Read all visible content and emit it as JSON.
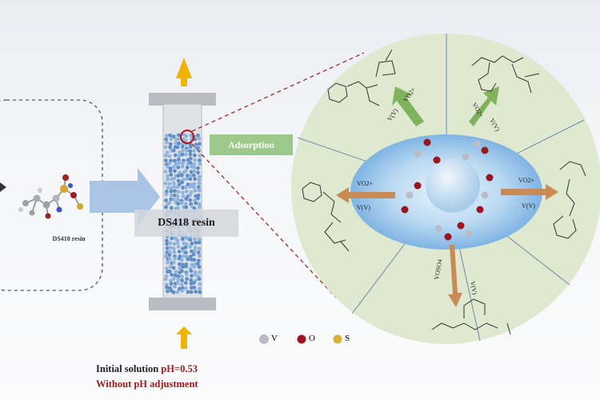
{
  "labels": {
    "ds418_small": "DS418 resin",
    "resin_column": "DS418 resin",
    "adsorption": "Adsorption",
    "condition_prefix": "Initial solution ",
    "condition_ph": "pH=0.53",
    "condition_line2": "Without pH adjustment"
  },
  "legend": [
    {
      "symbol": "V",
      "color": "#b9bcc4"
    },
    {
      "symbol": "O",
      "color": "#9a1620"
    },
    {
      "symbol": "S",
      "color": "#d9b23a"
    }
  ],
  "species": [
    {
      "label": "VO2+",
      "arrow_color": "#7fb35c"
    },
    {
      "label": "VO2+",
      "arrow_color": "#7fb35c"
    },
    {
      "label": "VO2+",
      "arrow_color": "#c98b55"
    },
    {
      "label": "VO2+",
      "arrow_color": "#c98b55"
    },
    {
      "label": "VOSO4",
      "arrow_color": "#c98b55"
    },
    {
      "label": "V(V)",
      "arrow_color": "#c98b55"
    }
  ],
  "colors": {
    "column_bead": "#5f8ec4",
    "flow_arrow": "#f0b400",
    "big_arrow": "#a9c4e4",
    "disc": "#dfe9cf",
    "dashed_red": "#9e2b2b"
  }
}
